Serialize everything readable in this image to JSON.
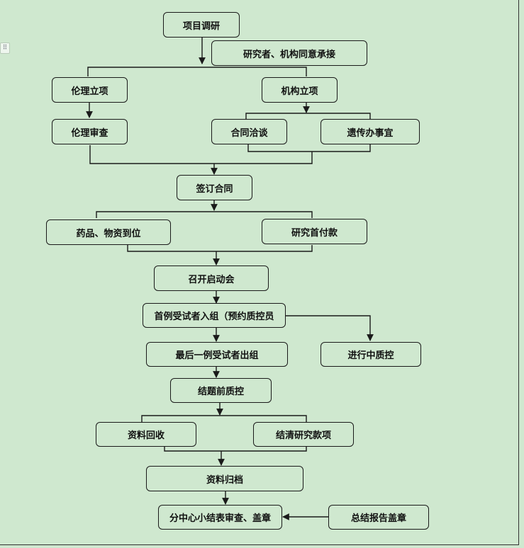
{
  "nodes": {
    "project_research": "项目调研",
    "investigator_consent": "研究者、机构同意承接",
    "ethics_approval": "伦理立项",
    "institution_approval": "机构立项",
    "ethics_review": "伦理审查",
    "contract_negotiation": "合同洽谈",
    "genetic_affairs": "遗传办事宜",
    "sign_contract": "签订合同",
    "drugs_materials": "药品、物资到位",
    "first_payment": "研究首付款",
    "kickoff_meeting": "召开启动会",
    "first_subject": "首例受试者入组（预约质控员",
    "last_subject": "最后一例受试者出组",
    "mid_qc": "进行中质控",
    "pre_closure_qc": "结题前质控",
    "data_recovery": "资料回收",
    "settle_payment": "结清研究款项",
    "data_archive": "资料归档",
    "center_review": "分中心小结表审查、盖章",
    "summary_stamp": "总结报告盖章"
  },
  "sidebar_handle": "⠿"
}
